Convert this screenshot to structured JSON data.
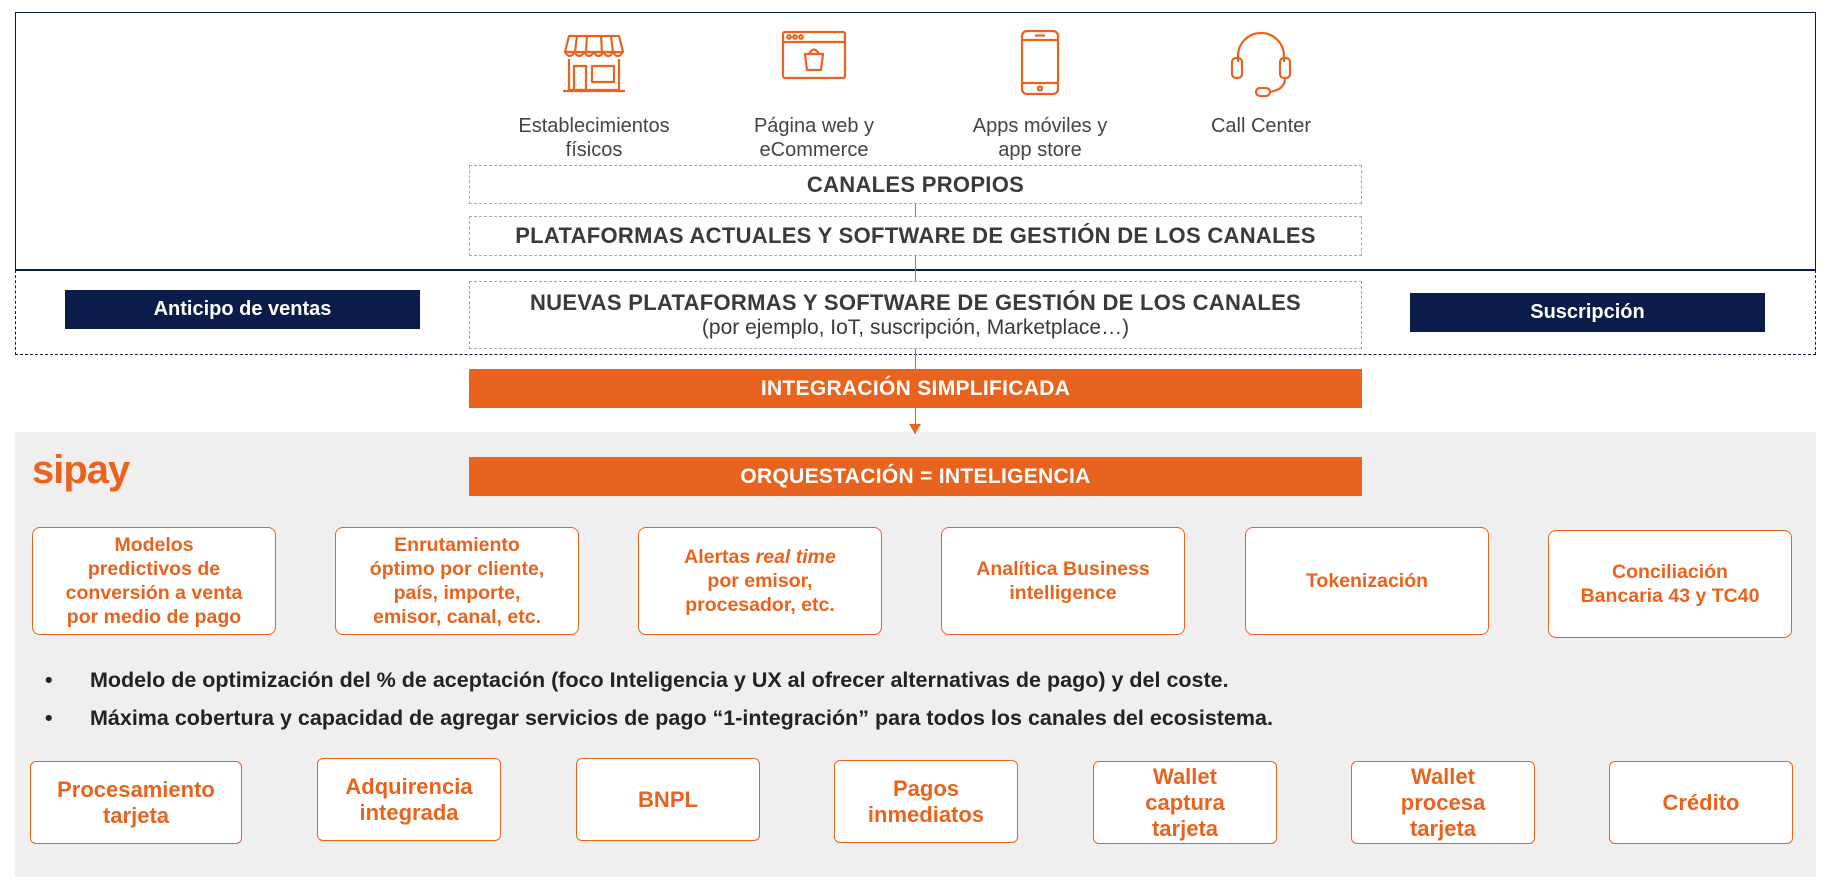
{
  "channels": [
    {
      "icon": "store-icon",
      "label": [
        "Establecimientos",
        "físicos"
      ]
    },
    {
      "icon": "web-shop-icon",
      "label": [
        "Página web y",
        "eCommerce"
      ]
    },
    {
      "icon": "mobile-phone-icon",
      "label": [
        "Apps móviles y",
        "app store"
      ]
    },
    {
      "icon": "headset-icon",
      "label": [
        "Call Center"
      ]
    }
  ],
  "canales_propios": "CANALES PROPIOS",
  "plataformas_actuales": "PLATAFORMAS ACTUALES Y SOFTWARE DE GESTIÓN DE LOS CANALES",
  "nuevas_plataformas": {
    "title": "NUEVAS PLATAFORMAS Y SOFTWARE DE GESTIÓN DE LOS CANALES",
    "note": "(por ejemplo, IoT, suscripción, Marketplace…)"
  },
  "anticipo": "Anticipo de ventas",
  "suscripcion": "Suscripción",
  "integracion": "INTEGRACIÓN SIMPLIFICADA",
  "logo": "sipay",
  "orquestacion": "ORQUESTACIÓN = INTELIGENCIA",
  "capabilities": [
    [
      "Modelos",
      "predictivos de",
      "conversión a venta",
      "por medio de pago"
    ],
    [
      "Enrutamiento",
      "óptimo por cliente,",
      "país, importe,",
      "emisor, canal, etc."
    ],
    [
      "Alertas real time",
      "por emisor,",
      "procesador, etc."
    ],
    [
      "Analítica Business",
      "intelligence"
    ],
    [
      "Tokenización"
    ],
    [
      "Conciliación",
      "Bancaria 43 y TC40"
    ]
  ],
  "bullets": [
    "Modelo de optimización del % de aceptación (foco Inteligencia y UX al ofrecer alternativas de pago) y del coste.",
    "Máxima cobertura y capacidad de agregar servicios de pago “1-integración”  para todos los canales del ecosistema."
  ],
  "services": [
    [
      "Procesamiento",
      "tarjeta"
    ],
    [
      "Adquirencia",
      "integrada"
    ],
    [
      "BNPL"
    ],
    [
      "Pagos",
      "inmediatos"
    ],
    [
      "Wallet",
      "captura",
      "tarjeta"
    ],
    [
      "Wallet",
      "procesa",
      "tarjeta"
    ],
    [
      "Crédito"
    ]
  ],
  "colors": {
    "orange": "#e8641e",
    "navy": "#0b1b4a",
    "gray": "#efefef"
  }
}
